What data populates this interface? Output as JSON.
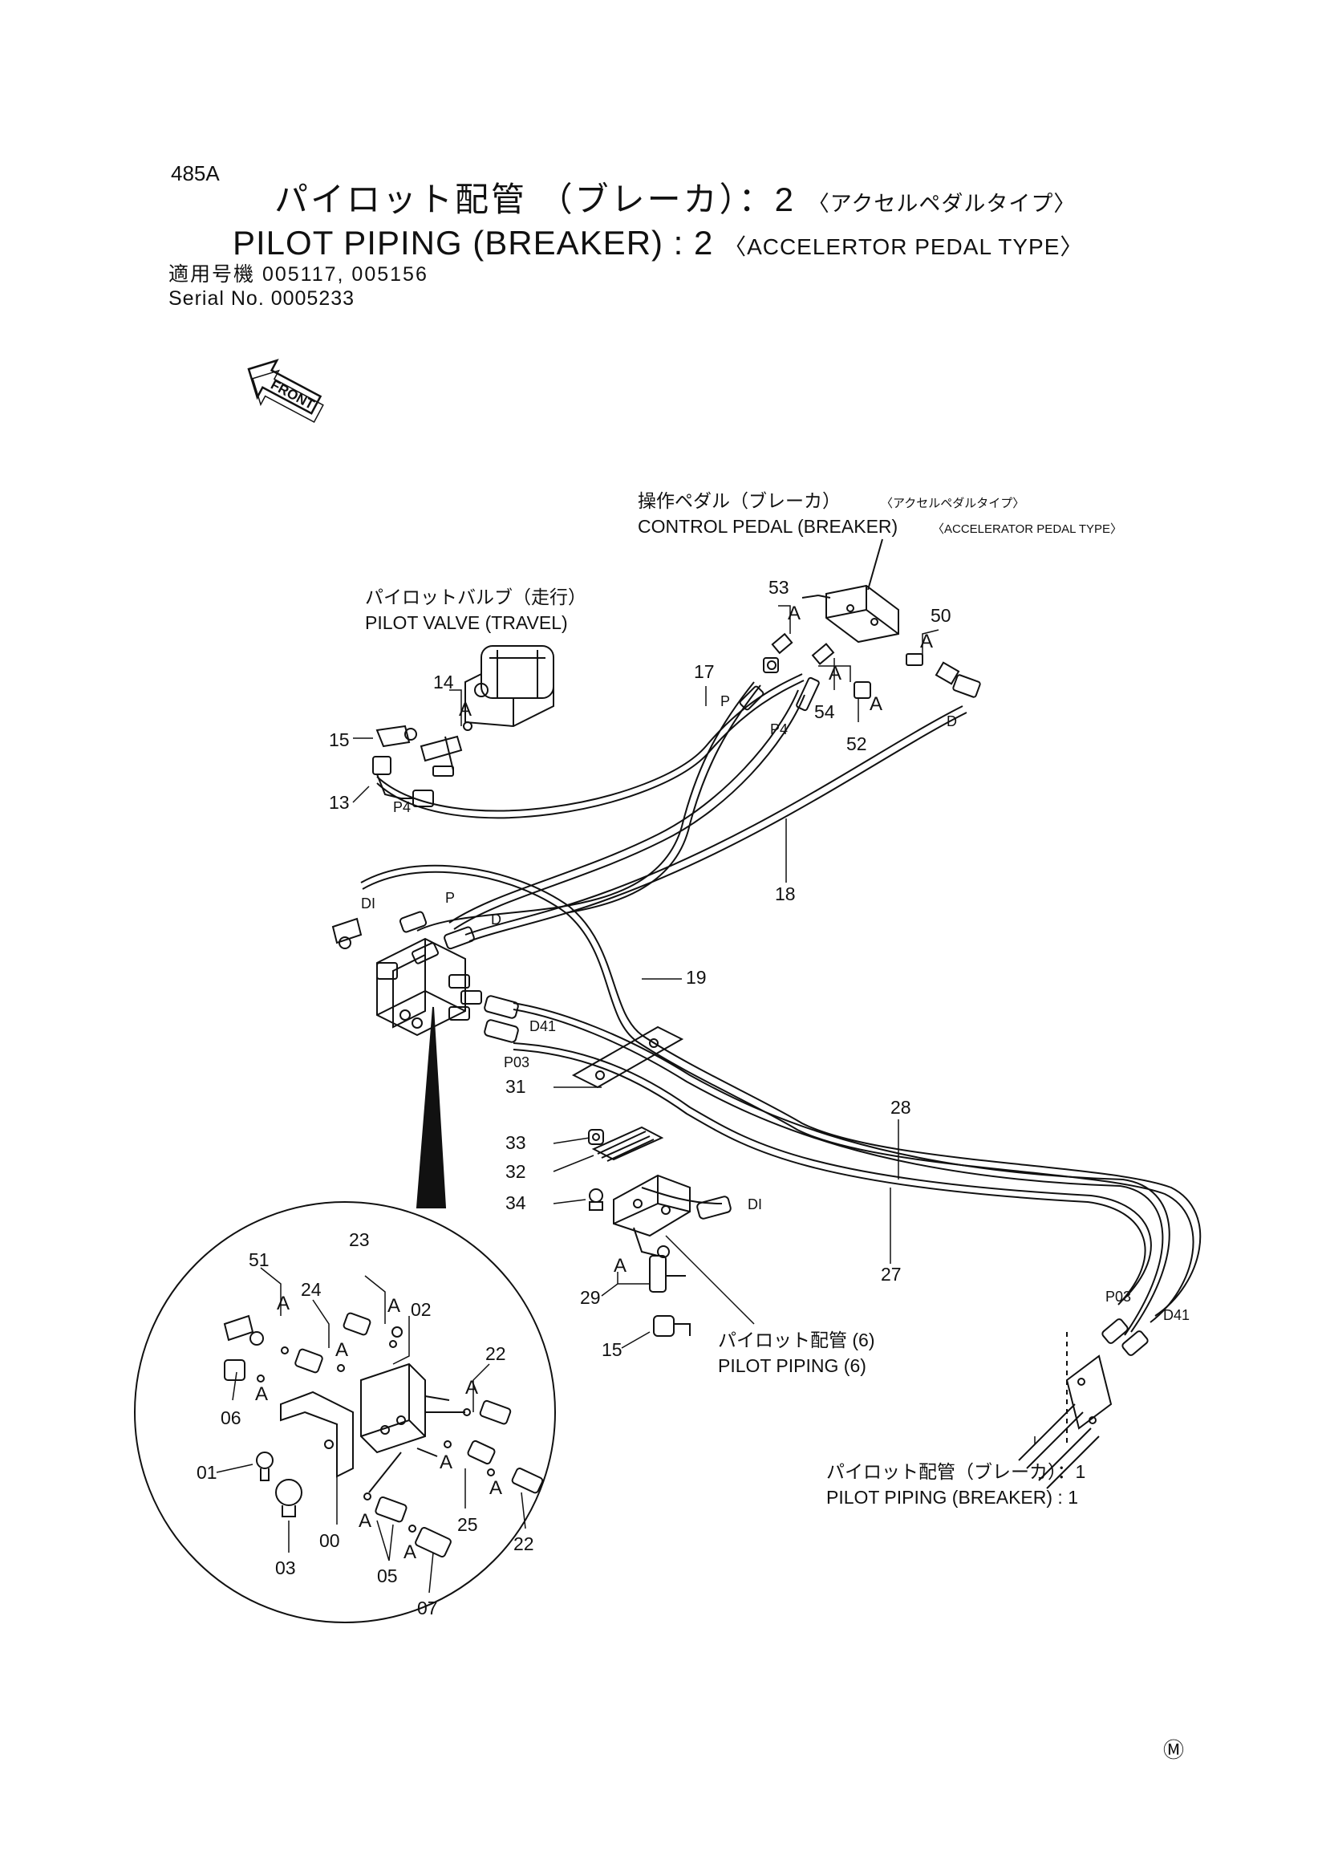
{
  "header": {
    "page_code": "485A",
    "title_jp": "パイロット配管 （ブレーカ）：2",
    "title_jp_sub": "〈アクセルペダルタイプ〉",
    "title_en": "PILOT PIPING (BREAKER) : 2",
    "title_en_sub": "〈ACCELERTOR PEDAL TYPE〉",
    "serial_jp_label": "適用号機",
    "serial_jp_value": "005117, 005156",
    "serial_en_label": "Serial No.",
    "serial_en_value": "0005233"
  },
  "labels": {
    "front": "FRONT",
    "control_pedal_jp": "操作ペダル（ブレーカ）",
    "control_pedal_jp_sub": "〈アクセルペダルタイプ〉",
    "control_pedal_en": "CONTROL PEDAL (BREAKER)",
    "control_pedal_en_sub": "〈ACCELERATOR PEDAL TYPE〉",
    "pilot_valve_jp": "パイロットバルブ（走行）",
    "pilot_valve_en": "PILOT VALVE (TRAVEL)",
    "pilot_piping6_jp": "パイロット配管 (6)",
    "pilot_piping6_en": "PILOT PIPING (6)",
    "pilot_piping1_jp": "パイロット配管（ブレーカ）：1",
    "pilot_piping1_en": "PILOT PIPING (BREAKER) : 1"
  },
  "callouts": {
    "p13": "13",
    "p14": "14",
    "p15a": "15",
    "p15b": "15",
    "p17": "17",
    "p18": "18",
    "p19": "19",
    "p27": "27",
    "p28": "28",
    "p29": "29",
    "p31": "31",
    "p32": "32",
    "p33": "33",
    "p34": "34",
    "p50": "50",
    "p52": "52",
    "p53": "53",
    "p54": "54",
    "d51": "51",
    "d24": "24",
    "d23": "23",
    "d02": "02",
    "d22a": "22",
    "d06": "06",
    "d01": "01",
    "d00": "00",
    "d03": "03",
    "d05": "05",
    "d07": "07",
    "d25": "25",
    "d22b": "22"
  },
  "port_marks": {
    "p_top": "P",
    "p4_top": "P4",
    "d_top": "D",
    "p4_left": "P4",
    "di_left": "DI",
    "p_mid": "P",
    "d_mid": "D",
    "d41_mid": "D41",
    "p03_mid": "P03",
    "di_lower": "DI",
    "p03_right": "P03",
    "d41_right": "D41"
  },
  "seal_mark": "A",
  "footer": {
    "m_mark": "Ⓜ"
  }
}
